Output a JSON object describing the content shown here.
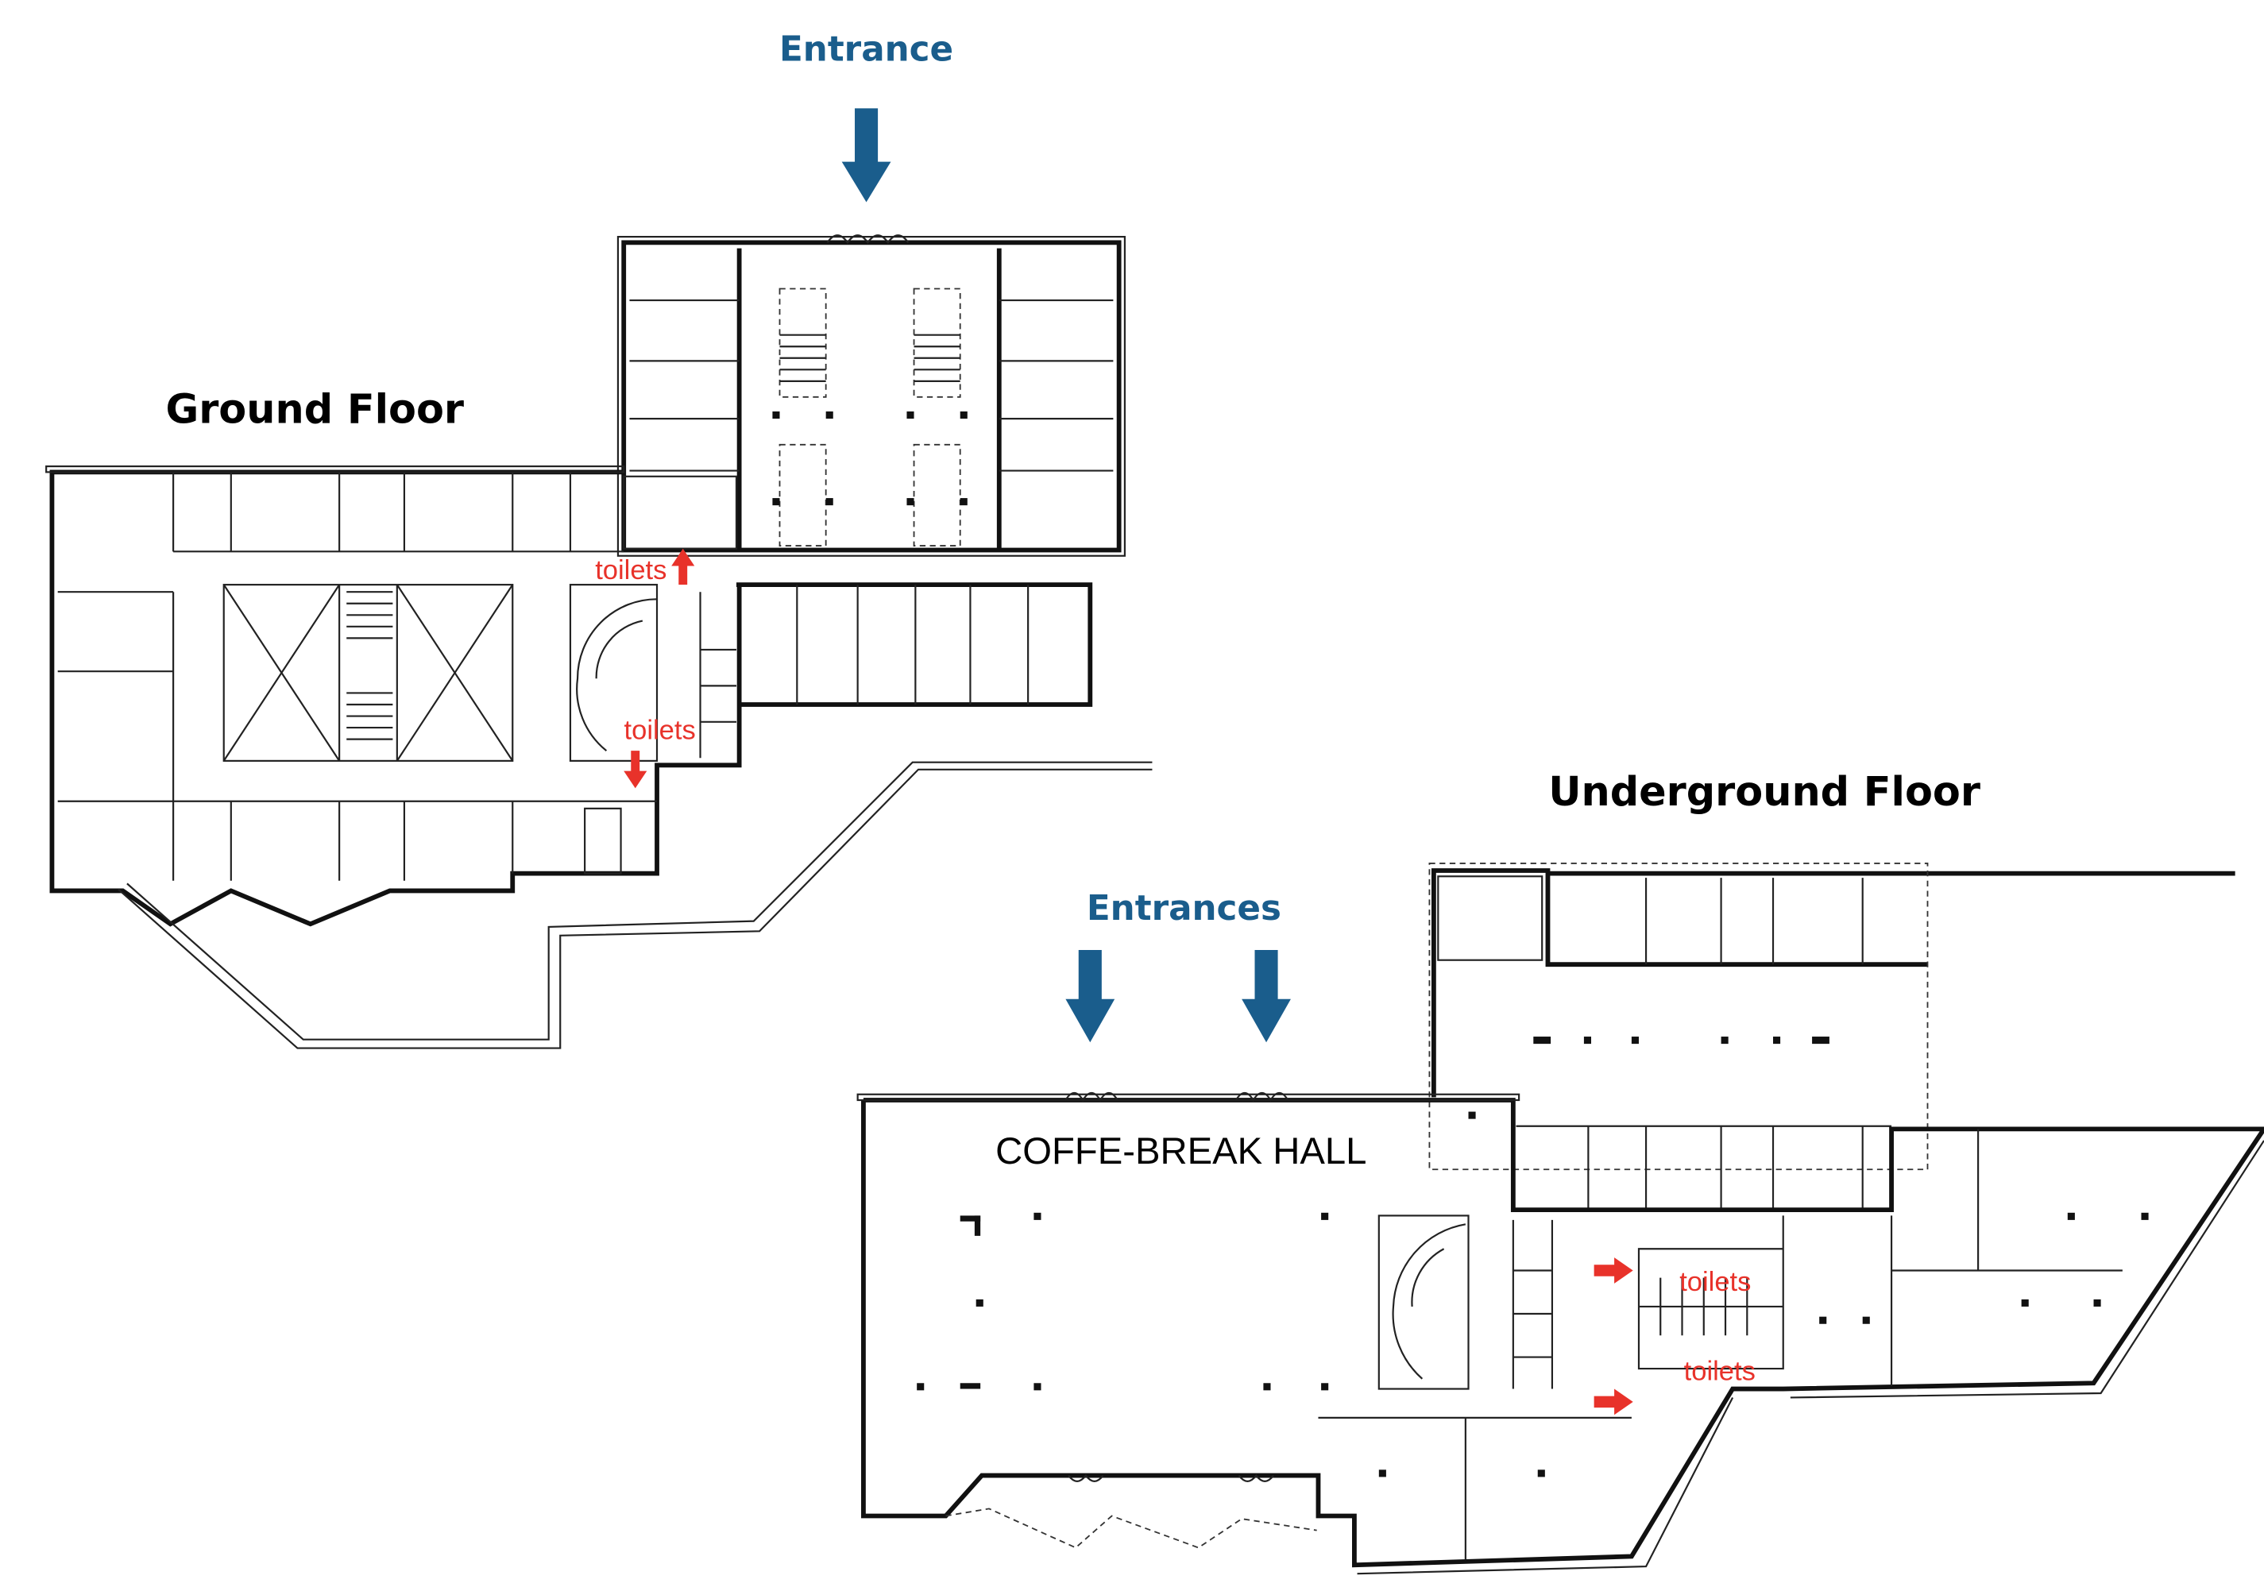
{
  "colors": {
    "entrance_blue": "#1a5d8c",
    "toilets_red": "#e8322a",
    "walls": "#111111"
  },
  "ground_floor": {
    "title": "Ground Floor",
    "entrance_label": "Entrance",
    "toilets_labels": [
      "toilets",
      "toilets"
    ]
  },
  "underground_floor": {
    "title": "Underground Floor",
    "entrances_label": "Entrances",
    "hall_label": "COFFE-BREAK HALL",
    "toilets_labels": [
      "toilets",
      "toilets"
    ]
  },
  "icons": [
    "arrow-down-icon",
    "arrow-up-icon",
    "arrow-right-icon"
  ]
}
